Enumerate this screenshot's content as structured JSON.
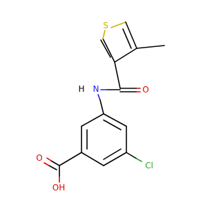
{
  "atoms": {
    "S": {
      "text": "S",
      "color": "#c8b400"
    },
    "O_amide": {
      "text": "O",
      "color": "#e00000"
    },
    "NH": {
      "text": "H",
      "color": "#000000"
    },
    "N": {
      "text": "N",
      "color": "#1a1aff"
    },
    "O_acid": {
      "text": "O",
      "color": "#e00000"
    },
    "OH": {
      "text": "OH",
      "color": "#e00000"
    },
    "Cl": {
      "text": "Cl",
      "color": "#22aa22"
    }
  }
}
